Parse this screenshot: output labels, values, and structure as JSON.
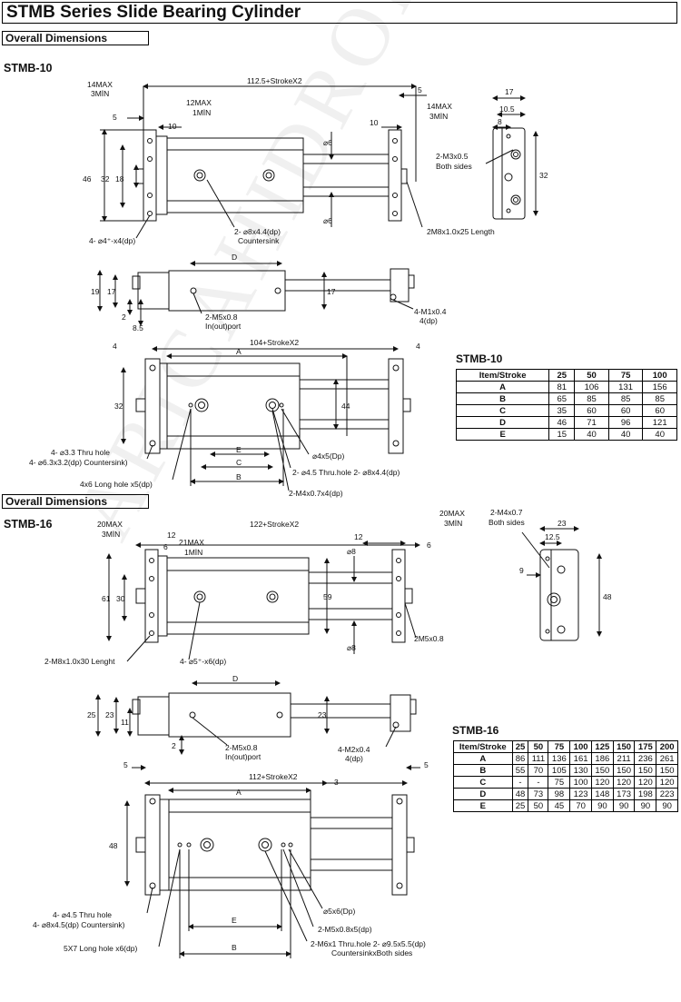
{
  "title": "STMB Series Slide Bearing Cylinder",
  "section_label": "Overall Dimensions",
  "section_label_2": "Overall Dimensions",
  "watermark": "ARICAHIDROLIK",
  "stmb10": {
    "label": "STMB-10",
    "top_view": {
      "max14_left": "14MAX",
      "min3_left": "3MİN",
      "len_top": "112.5+StrokeX2",
      "five_right": "5",
      "five_left": "5",
      "max12": "12MAX",
      "min1": "1MİN",
      "ten_left": "10",
      "ten_right": "10",
      "max14_right": "14MAX",
      "min3_right": "3MİN",
      "h46": "46",
      "h32": "32",
      "h18": "18",
      "phi6_top": "⌀6",
      "phi6_bot": "⌀6",
      "csink": "2- ⌀8x4.4(dp)",
      "csink2": "Countersink",
      "holes4": "4- ⌀4⁺-x4(dp)",
      "m8": "2M8x1.0x25 Length"
    },
    "end_view": {
      "w17": "17",
      "w105": "10.5",
      "w8": "8",
      "m3": "2-M3x0.5",
      "m3b": "Both sides",
      "h32": "32"
    },
    "side_view": {
      "d": "D",
      "h19": "19",
      "h17": "17",
      "h17r": "17",
      "h2": "2",
      "h85": "8.5",
      "m5": "2-M5x0.8",
      "m5b": "In(out)port",
      "m1": "4-M1x0.4",
      "m1b": "4(dp)"
    },
    "bottom_view": {
      "len": "104+StrokeX2",
      "four_l": "4",
      "four_r": "4",
      "a": "A",
      "h32": "32",
      "h44": "44",
      "e": "E",
      "c": "C",
      "b": "B",
      "thru1": "4- ⌀3.3 Thru hole",
      "thru2": "4- ⌀6.3x3.2(dp) Countersink)",
      "long": "4x6 Long hole x5(dp)",
      "phi4": "⌀4x5(Dp)",
      "phi45": "2- ⌀4.5 Thru.hole 2- ⌀8x4.4(dp)",
      "m4": "2-M4x0.7x4(dp)"
    },
    "table": {
      "title": "STMB-10",
      "header": [
        "Item/Stroke",
        "25",
        "50",
        "75",
        "100"
      ],
      "rows": [
        [
          "A",
          "81",
          "106",
          "131",
          "156"
        ],
        [
          "B",
          "65",
          "85",
          "85",
          "85"
        ],
        [
          "C",
          "35",
          "60",
          "60",
          "60"
        ],
        [
          "D",
          "46",
          "71",
          "96",
          "121"
        ],
        [
          "E",
          "15",
          "40",
          "40",
          "40"
        ]
      ]
    }
  },
  "stmb16": {
    "label": "STMB-16",
    "top_view": {
      "max20_left": "20MAX",
      "min3_left": "3MİN",
      "twelve": "12",
      "six_l": "6",
      "max21": "21MAX",
      "min1": "1MİN",
      "len_top": "122+StrokeX2",
      "max20_right": "20MAX",
      "min3_right": "3MİN",
      "twelve_r": "12",
      "six_r": "6",
      "h61": "61",
      "h30": "30",
      "h59": "59",
      "phi8_top": "⌀8",
      "phi8_bot": "⌀8",
      "m8": "2-M8x1.0x30 Lenght",
      "holes5": "4- ⌀5⁺-x6(dp)",
      "m5": "2M5x0.8"
    },
    "end_view": {
      "m4": "2-M4x0.7",
      "m4b": "Both sides",
      "w23": "23",
      "w125": "12.5",
      "w9": "9",
      "h48": "48"
    },
    "side_view": {
      "d": "D",
      "h25": "25",
      "h23": "23",
      "h11": "11",
      "h2": "2",
      "h23r": "23",
      "m5": "2-M5x0.8",
      "m5b": "In(out)port",
      "m2": "4-M2x0.4",
      "m2b": "4(dp)"
    },
    "bottom_view": {
      "len": "112+StrokeX2",
      "five_l": "5",
      "five_r": "5",
      "a": "A",
      "three": "3",
      "h48": "48",
      "e": "E",
      "b": "B",
      "thru1": "4- ⌀4.5 Thru hole",
      "thru2": "4- ⌀8x4.5(dp) Countersink)",
      "long": "5X7 Long hole x6(dp)",
      "phi5": "⌀5x6(Dp)",
      "m5": "2-M5x0.8x5(dp)",
      "m6": "2-M6x1 Thru.hole 2- ⌀9.5x5.5(dp)",
      "m6b": "CountersinkxBoth sides"
    },
    "table": {
      "title": "STMB-16",
      "header": [
        "Item/Stroke",
        "25",
        "50",
        "75",
        "100",
        "125",
        "150",
        "175",
        "200"
      ],
      "rows": [
        [
          "A",
          "86",
          "111",
          "136",
          "161",
          "186",
          "211",
          "236",
          "261"
        ],
        [
          "B",
          "55",
          "70",
          "105",
          "130",
          "150",
          "150",
          "150",
          "150"
        ],
        [
          "C",
          "-",
          "-",
          "75",
          "100",
          "120",
          "120",
          "120",
          "120"
        ],
        [
          "D",
          "48",
          "73",
          "98",
          "123",
          "148",
          "173",
          "198",
          "223"
        ],
        [
          "E",
          "25",
          "50",
          "45",
          "70",
          "90",
          "90",
          "90",
          "90"
        ]
      ]
    }
  }
}
